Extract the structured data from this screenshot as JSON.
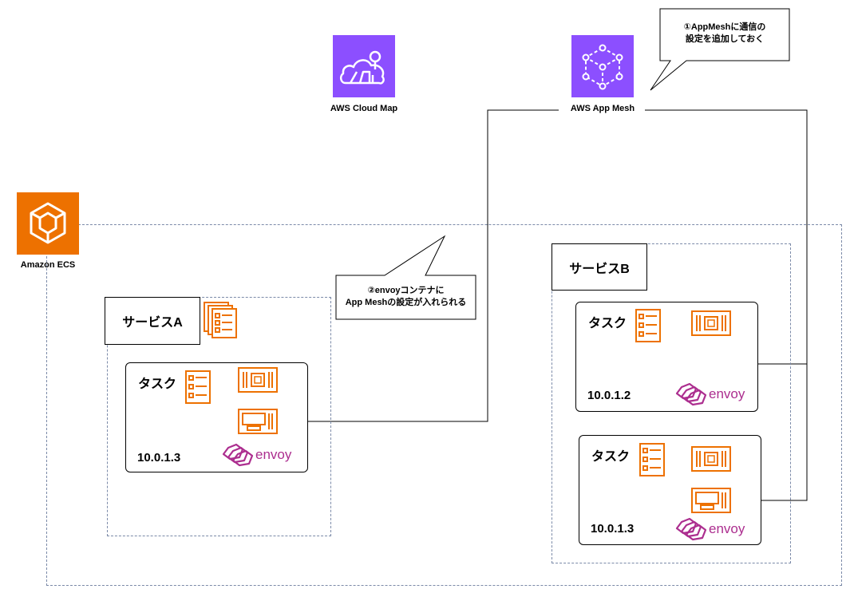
{
  "aws_services": {
    "cloud_map": {
      "label": "AWS Cloud Map",
      "color": "#8C4FFF"
    },
    "app_mesh": {
      "label": "AWS App Mesh",
      "color": "#8C4FFF"
    },
    "ecs": {
      "label": "Amazon ECS",
      "color": "#ED7100"
    }
  },
  "callouts": {
    "app_mesh_config": {
      "line1": "①AppMeshに通信の",
      "line2": "設定を追加しておく"
    },
    "envoy_config": {
      "line1": "②envoyコンテナに",
      "line2": "App Meshの設定が入れられる"
    }
  },
  "service_a": {
    "title": "サービスA",
    "tasks": [
      {
        "title": "タスク",
        "ip": "10.0.1.3",
        "envoy_label": "envoy"
      }
    ]
  },
  "service_b": {
    "title": "サービスB",
    "tasks": [
      {
        "title": "タスク",
        "ip": "10.0.1.2",
        "envoy_label": "envoy"
      },
      {
        "title": "タスク",
        "ip": "10.0.1.3",
        "envoy_label": "envoy"
      }
    ]
  },
  "colors": {
    "envoy": "#AC2E8F",
    "container_orange": "#ED7100",
    "aws_purple": "#8C4FFF"
  }
}
